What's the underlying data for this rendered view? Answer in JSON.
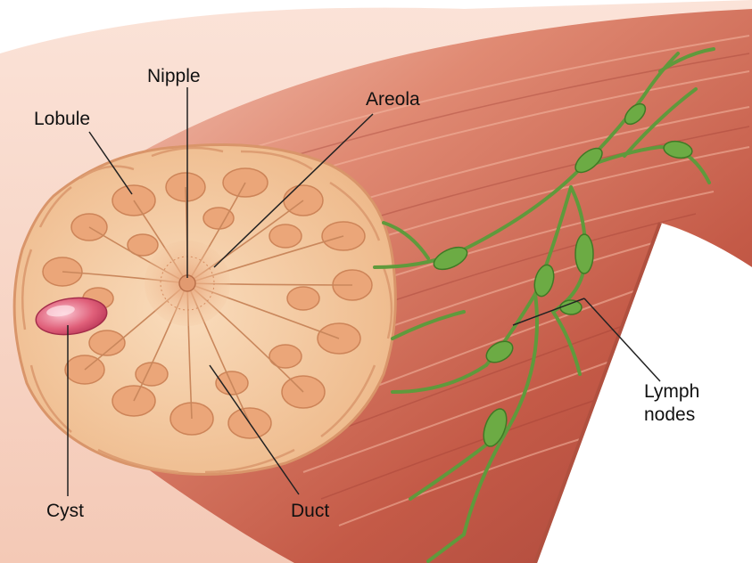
{
  "labels": {
    "nipple": "Nipple",
    "lobule": "Lobule",
    "areola": "Areola",
    "lymph_line1": "Lymph",
    "lymph_line2": "nodes",
    "cyst": "Cyst",
    "duct": "Duct"
  },
  "colors": {
    "muscle": "#c9614f",
    "muscle_light": "#f1b6a2",
    "gland": "#f3c79a",
    "lobule": "#eaa874",
    "lymph": "#5f9a3c",
    "cyst": "#d9576e",
    "leader": "#222222"
  }
}
